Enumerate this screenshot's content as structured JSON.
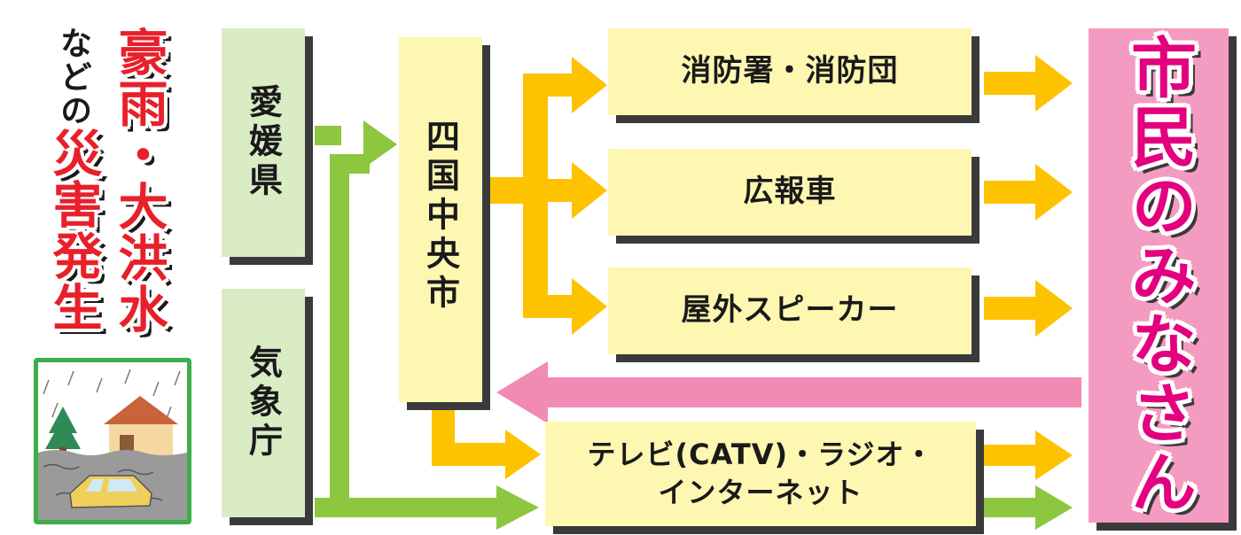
{
  "headline": {
    "line1": "豪雨・大洪水",
    "line2_small": "などの",
    "line2_big": "災害発生"
  },
  "sources": {
    "ehime": "愛媛県",
    "jma": "気象庁"
  },
  "city": "四国中央市",
  "channels": {
    "fire": "消防署・消防団",
    "pr_car": "広報車",
    "speaker": "屋外スピーカー",
    "media_line1": "テレビ(CATV)・ラジオ・",
    "media_line2": "インターネット"
  },
  "citizens": "市民のみなさん",
  "colors": {
    "green_arrow": "#8dc63f",
    "yellow_arrow": "#fdc300",
    "pink_arrow": "#f08bb4",
    "green_box": "#d9ecc4",
    "yellow_box": "#fdf7b2",
    "pink_box": "#f49bc1",
    "headline_red": "#e8202a",
    "citizen_magenta": "#e3007f"
  }
}
